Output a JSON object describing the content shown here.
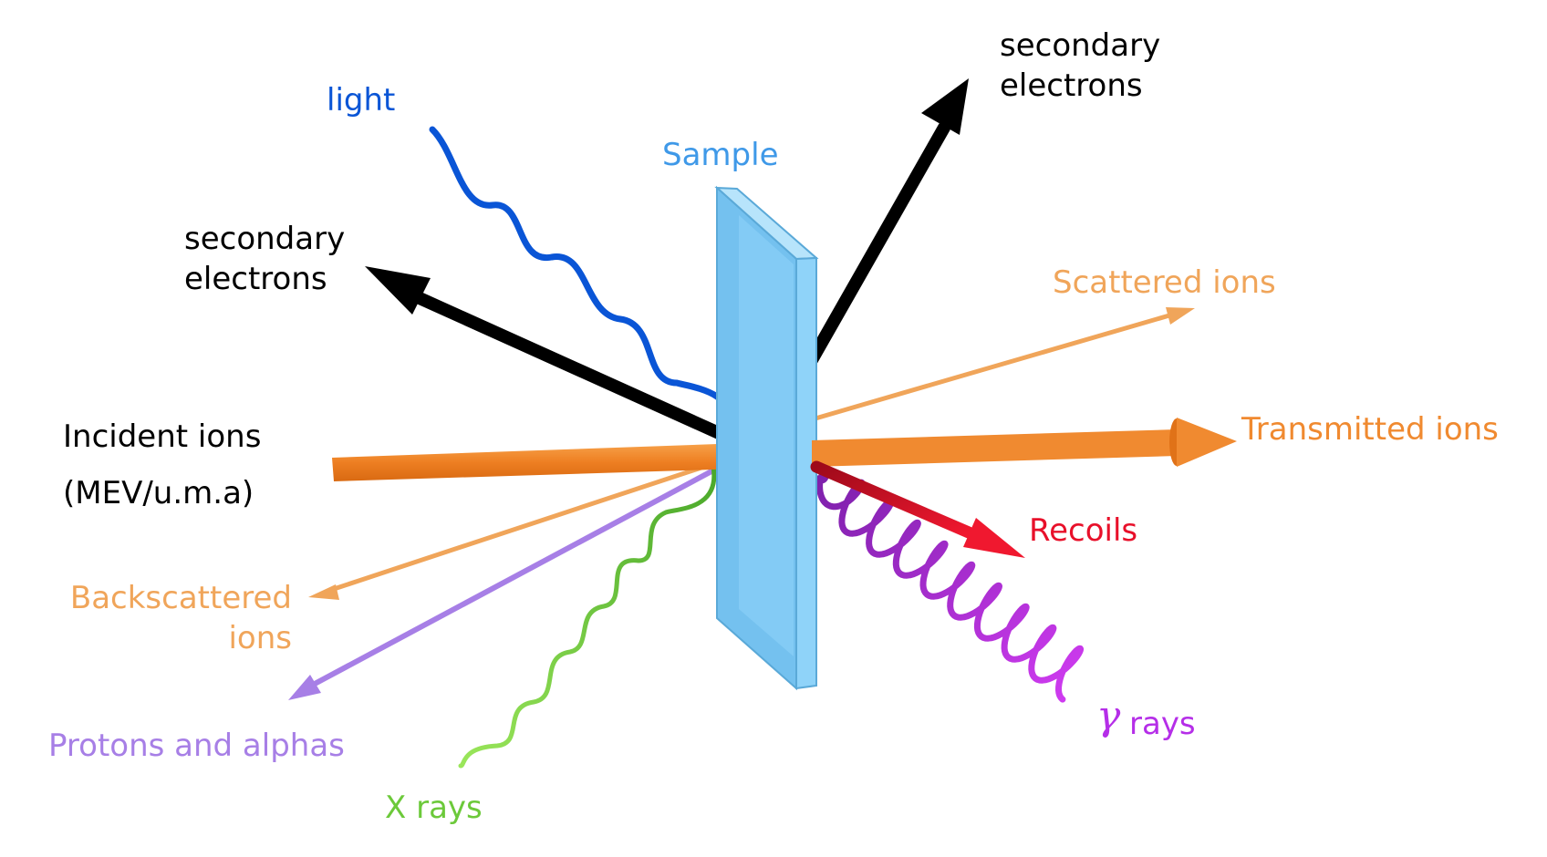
{
  "labels": {
    "light": "light",
    "sample": "Sample",
    "secondary_electrons_top_line1": "secondary",
    "secondary_electrons_top_line2": "electrons",
    "secondary_electrons_left_line1": "secondary",
    "secondary_electrons_left_line2": "electrons",
    "scattered_ions": "Scattered ions",
    "transmitted_ions": "Transmitted ions",
    "incident_ions_line1": "Incident ions",
    "incident_ions_line2": "(MEV/u.m.a)",
    "recoils": "Recoils",
    "backscattered_line1": "Backscattered",
    "backscattered_line2": "ions",
    "protons_alphas": "Protons and alphas",
    "x_rays": "X rays",
    "gamma_symbol": "γ",
    "gamma_rays": "rays"
  },
  "colors": {
    "light": "#0a55d6",
    "sample_label": "#3f99e8",
    "sample_face": "#8fd3f9",
    "sample_edge": "#5aa9d8",
    "black": "#000000",
    "scattered": "#f0a55a",
    "transmitted": "#f08a30",
    "recoils": "#e8102a",
    "backscattered": "#f0a55a",
    "protons": "#a77fe6",
    "xrays": "#6cc93a",
    "gamma": "#b52ee8"
  }
}
